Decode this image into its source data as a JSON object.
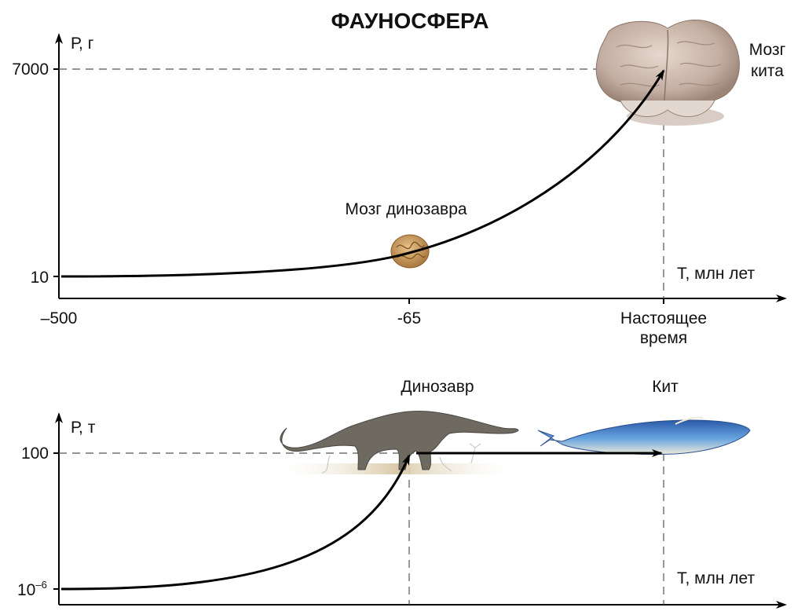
{
  "title": "ФАУНОСФЕРА",
  "chart_data": [
    {
      "type": "line",
      "ylabel": "Р, г",
      "xlabel": "Т, млн лет",
      "y_scale": "log",
      "yticks": [
        {
          "value": 10,
          "label": "10"
        },
        {
          "value": 7000,
          "label": "7000"
        }
      ],
      "xticks": [
        {
          "value": -500,
          "label": "–500"
        },
        {
          "value": -65,
          "label": "-65"
        },
        {
          "value": 0,
          "label": "Настоящее время",
          "lines": [
            "Настоящее",
            "время"
          ]
        }
      ],
      "series": [
        {
          "x": [
            -500,
            -300,
            -150,
            -65,
            -20,
            0
          ],
          "y": [
            10,
            11,
            16,
            25,
            400,
            7000
          ]
        }
      ],
      "annotations": [
        {
          "text": "Мозг динозавра",
          "x": -65,
          "y": 25,
          "icon": "walnut-brain-icon"
        },
        {
          "text": "Мозг кита",
          "lines": [
            "Мозг",
            "кита"
          ],
          "x": 0,
          "y": 7000,
          "icon": "whale-brain-icon"
        }
      ],
      "grid": false
    },
    {
      "type": "line",
      "ylabel": "Р, т",
      "xlabel": "Т, млн лет",
      "y_scale": "log",
      "yticks": [
        {
          "value": 1e-06,
          "label": "10",
          "sup": "–6"
        },
        {
          "value": 100,
          "label": "100"
        }
      ],
      "series": [
        {
          "x": [
            -500,
            -200,
            -65,
            0
          ],
          "y": [
            1e-06,
            1e-05,
            100,
            100
          ]
        }
      ],
      "annotations": [
        {
          "text": "Динозавр",
          "x": -65,
          "y": 100,
          "icon": "dinosaur-icon"
        },
        {
          "text": "Кит",
          "x": 0,
          "y": 100,
          "icon": "whale-icon"
        }
      ],
      "grid": false
    }
  ],
  "colors": {
    "line": "#000000",
    "dash": "#555555",
    "brain": "#c9b5a8",
    "walnut": "#c89a5a",
    "whale": "#3a6fb8",
    "dino": "#6e6a62"
  }
}
